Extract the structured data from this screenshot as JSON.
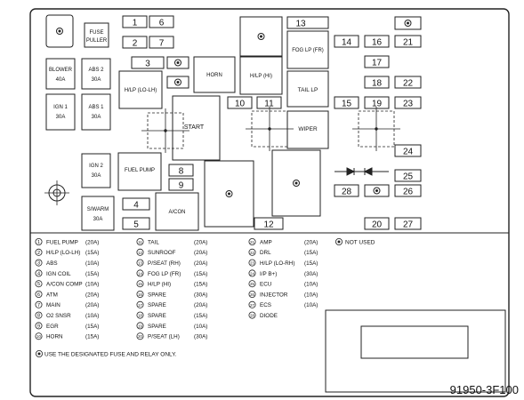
{
  "diagram_code": "91950-3F100",
  "fuses": {
    "f1": "1",
    "f2": "2",
    "f3": "3",
    "f4": "4",
    "f5": "5",
    "f6": "6",
    "f7": "7",
    "f8": "8",
    "f9": "9",
    "f10": "10",
    "f11": "11",
    "f12": "12",
    "f13": "13",
    "f14": "14",
    "f15": "15",
    "f16": "16",
    "f17": "17",
    "f18": "18",
    "f19": "19",
    "f20": "20",
    "f21": "21",
    "f22": "22",
    "f23": "23",
    "f24": "24",
    "f25": "25",
    "f26": "26",
    "f27": "27",
    "f28": "28"
  },
  "box_labels": {
    "fuse_puller": [
      "FUSE",
      "PULLER"
    ],
    "blower": [
      "BLOWER",
      "40A"
    ],
    "abs2": [
      "ABS 2",
      "30A"
    ],
    "ign1": [
      "IGN 1",
      "30A"
    ],
    "abs1": [
      "ABS 1",
      "30A"
    ],
    "hlp_lohi": "H/LP (LO-LH)",
    "horn": "HORN",
    "hlp_hi": "H/LP (HI)",
    "fog_lp": "FOG LP (FR)",
    "tail_lp": "TAIL LP",
    "start": "START",
    "wiper": "WIPER",
    "ign2": [
      "IGN 2",
      "30A"
    ],
    "fuel_pump": "FUEL PUMP",
    "swarm": [
      "S/WARM",
      "30A"
    ],
    "acon": "A/CON"
  },
  "legend": {
    "col1": [
      {
        "n": "1",
        "name": "FUEL PUMP",
        "amp": "(20A)"
      },
      {
        "n": "2",
        "name": "H/LP (LO-LH)",
        "amp": "(15A)"
      },
      {
        "n": "3",
        "name": "ABS",
        "amp": "(10A)"
      },
      {
        "n": "4",
        "name": "IGN COIL",
        "amp": "(15A)"
      },
      {
        "n": "5",
        "name": "A/CON COMP",
        "amp": "(10A)"
      },
      {
        "n": "6",
        "name": "ATM",
        "amp": "(20A)"
      },
      {
        "n": "7",
        "name": "MAIN",
        "amp": "(20A)"
      },
      {
        "n": "8",
        "name": "O2 SNSR",
        "amp": "(10A)"
      },
      {
        "n": "9",
        "name": "EGR",
        "amp": "(15A)"
      },
      {
        "n": "10",
        "name": "HORN",
        "amp": "(15A)"
      }
    ],
    "col2": [
      {
        "n": "11",
        "name": "TAIL",
        "amp": "(20A)"
      },
      {
        "n": "12",
        "name": "SUNROOF",
        "amp": "(20A)"
      },
      {
        "n": "13",
        "name": "P/SEAT (RH)",
        "amp": "(20A)"
      },
      {
        "n": "14",
        "name": "FOG LP (FR)",
        "amp": "(15A)"
      },
      {
        "n": "15",
        "name": "H/LP (HI)",
        "amp": "(15A)"
      },
      {
        "n": "16",
        "name": "SPARE",
        "amp": "(30A)"
      },
      {
        "n": "17",
        "name": "SPARE",
        "amp": "(20A)"
      },
      {
        "n": "18",
        "name": "SPARE",
        "amp": "(15A)"
      },
      {
        "n": "19",
        "name": "SPARE",
        "amp": "(10A)"
      },
      {
        "n": "20",
        "name": "P/SEAT (LH)",
        "amp": "(30A)"
      }
    ],
    "col3": [
      {
        "n": "21",
        "name": "AMP",
        "amp": "(20A)"
      },
      {
        "n": "22",
        "name": "DRL",
        "amp": "(15A)"
      },
      {
        "n": "23",
        "name": "H/LP (LO-RH)",
        "amp": "(15A)"
      },
      {
        "n": "24",
        "name": "I/P B+)",
        "amp": "(30A)"
      },
      {
        "n": "25",
        "name": "ECU",
        "amp": "(10A)"
      },
      {
        "n": "26",
        "name": "INJECTOR",
        "amp": "(10A)"
      },
      {
        "n": "27",
        "name": "ECS",
        "amp": "(10A)"
      },
      {
        "n": "28",
        "name": "DIODE",
        "amp": ""
      }
    ],
    "not_used": "NOT USED",
    "footer_note": "USE THE DESIGNATED FUSE AND RELAY ONLY."
  }
}
